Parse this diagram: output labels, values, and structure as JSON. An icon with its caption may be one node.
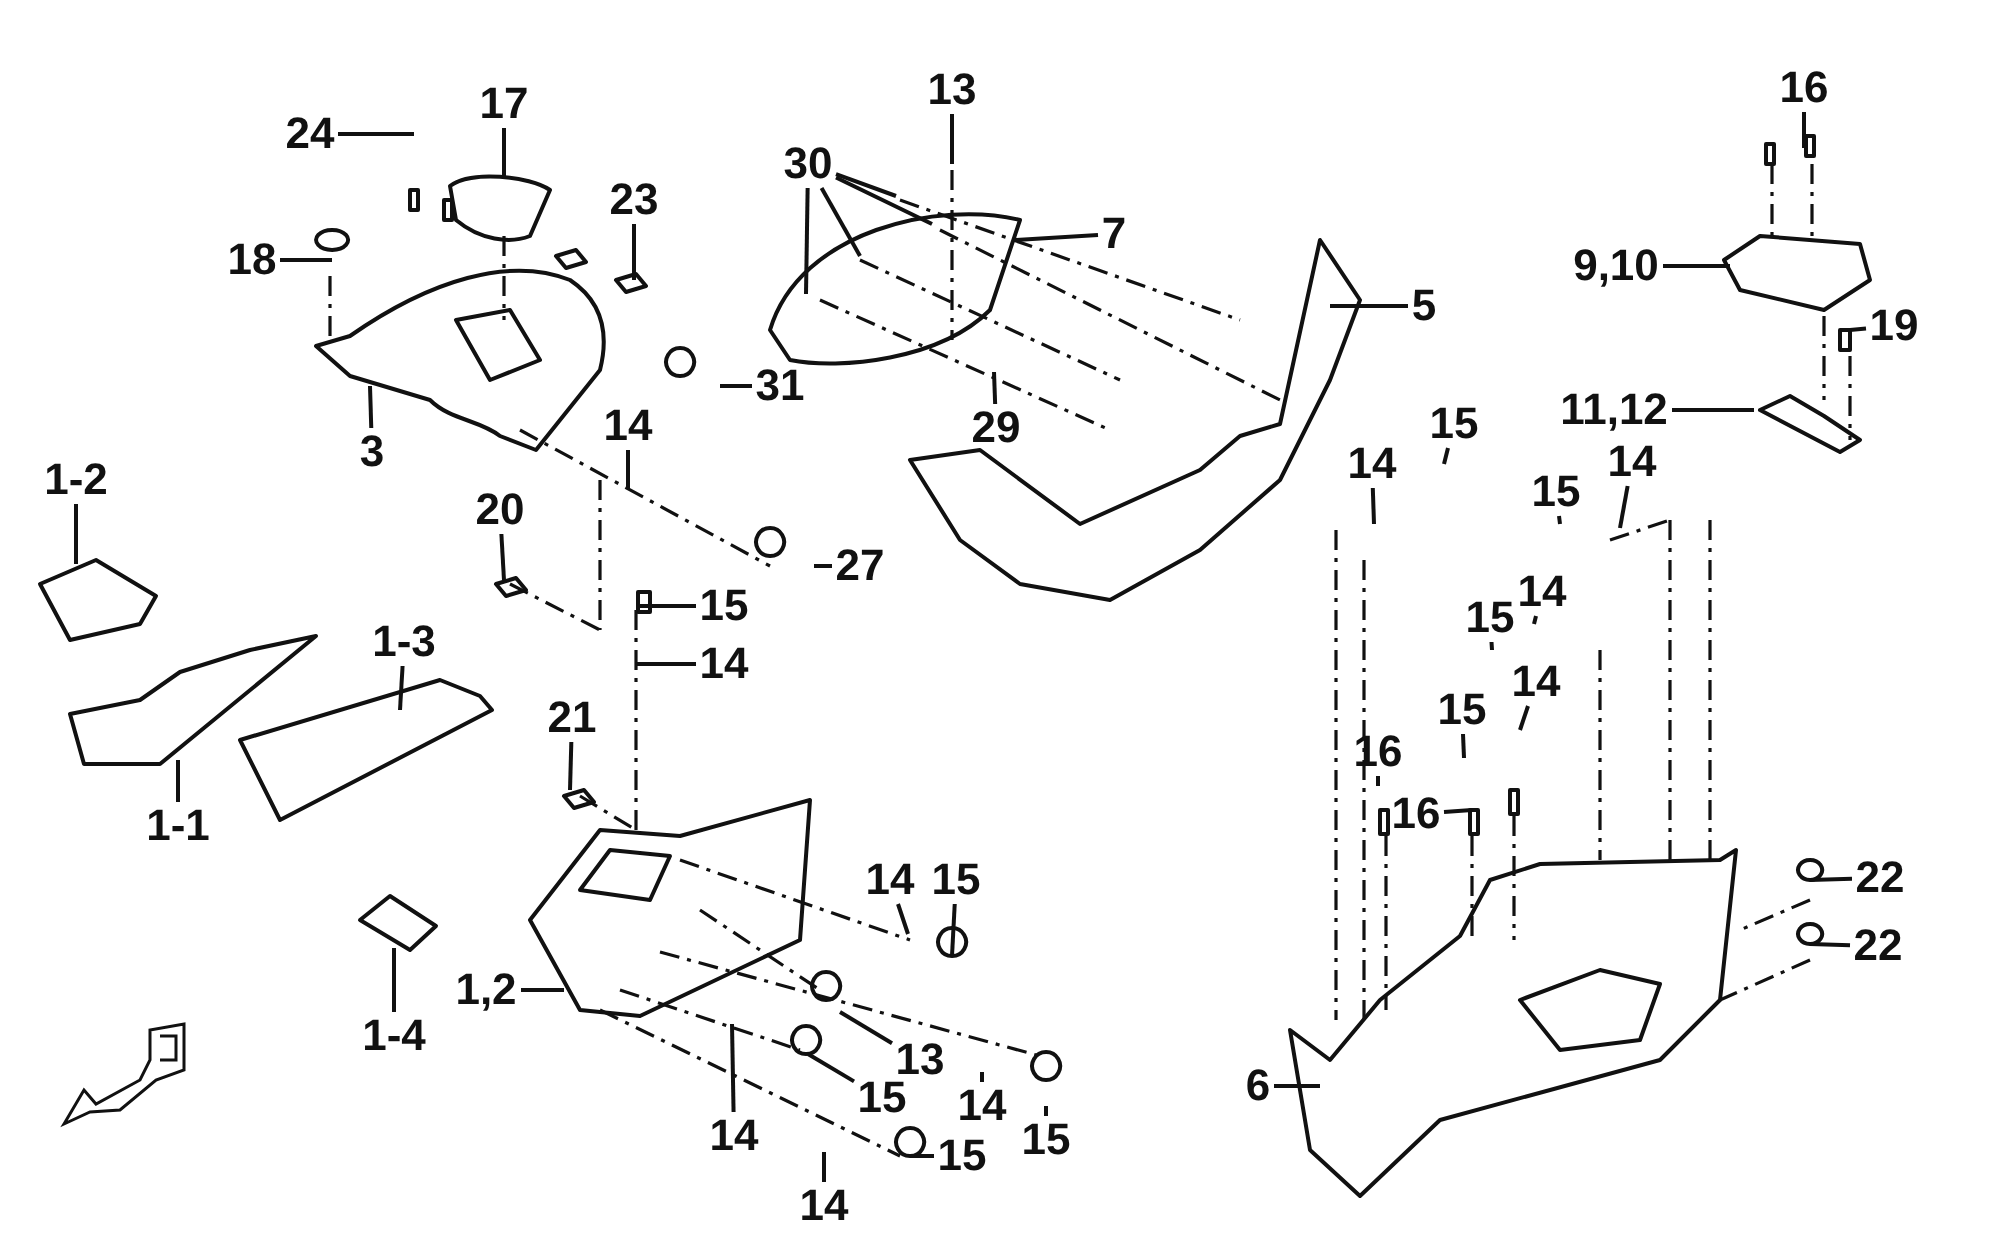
{
  "diagram": {
    "nodes": [
      {
        "text": [
          "24"
        ]
      },
      {
        "text": [
          "17"
        ]
      },
      {
        "text": [
          "23"
        ]
      },
      {
        "text": [
          "18"
        ]
      },
      {
        "text": [
          "3"
        ]
      },
      {
        "text": [
          "31"
        ]
      },
      {
        "text": [
          "14"
        ]
      },
      {
        "text": [
          "1-2"
        ]
      },
      {
        "text": [
          "20"
        ]
      },
      {
        "text": [
          "27"
        ]
      },
      {
        "text": [
          "15"
        ]
      },
      {
        "text": [
          "14"
        ]
      },
      {
        "text": [
          "1-3"
        ]
      },
      {
        "text": [
          "1-1"
        ]
      },
      {
        "text": [
          "21"
        ]
      },
      {
        "text": [
          "1,2"
        ]
      },
      {
        "text": [
          "1-4"
        ]
      },
      {
        "text": [
          "14"
        ]
      },
      {
        "text": [
          "15"
        ]
      },
      {
        "text": [
          "13"
        ]
      },
      {
        "text": [
          "15"
        ]
      },
      {
        "text": [
          "14"
        ]
      },
      {
        "text": [
          "15"
        ]
      },
      {
        "text": [
          "14"
        ]
      },
      {
        "text": [
          "15"
        ]
      },
      {
        "text": [
          "14"
        ]
      },
      {
        "text": [
          "13"
        ]
      },
      {
        "text": [
          "30"
        ]
      },
      {
        "text": [
          "7"
        ]
      },
      {
        "text": [
          "29"
        ]
      },
      {
        "text": [
          "5"
        ]
      },
      {
        "text": [
          "16"
        ]
      },
      {
        "text": [
          "9,10"
        ]
      },
      {
        "text": [
          "19"
        ]
      },
      {
        "text": [
          "11,12"
        ]
      },
      {
        "text": [
          "14"
        ]
      },
      {
        "text": [
          "15"
        ]
      },
      {
        "text": [
          "15"
        ]
      },
      {
        "text": [
          "14"
        ]
      },
      {
        "text": [
          "15"
        ]
      },
      {
        "text": [
          "14"
        ]
      },
      {
        "text": [
          "15"
        ]
      },
      {
        "text": [
          "14"
        ]
      },
      {
        "text": [
          "16"
        ]
      },
      {
        "text": [
          "16"
        ]
      },
      {
        "text": [
          "22"
        ]
      },
      {
        "text": [
          "22"
        ]
      },
      {
        "text": [
          "6"
        ]
      }
    ],
    "edges": [
      {
        "from": 0,
        "to": null,
        "arrow": "none"
      },
      {
        "from": 1,
        "to": null,
        "arrow": "none"
      },
      {
        "from": 2,
        "to": null,
        "arrow": "none"
      },
      {
        "from": 3,
        "to": null,
        "arrow": "none"
      },
      {
        "from": 4,
        "to": null,
        "arrow": "none"
      },
      {
        "from": 5,
        "to": null,
        "arrow": "none"
      },
      {
        "from": 6,
        "to": null,
        "arrow": "none"
      },
      {
        "from": 7,
        "to": null,
        "arrow": "none"
      },
      {
        "from": 8,
        "to": null,
        "arrow": "none"
      },
      {
        "from": 9,
        "to": null,
        "arrow": "none"
      },
      {
        "from": 10,
        "to": null,
        "arrow": "none"
      },
      {
        "from": 11,
        "to": null,
        "arrow": "none"
      },
      {
        "from": 12,
        "to": null,
        "arrow": "none"
      },
      {
        "from": 13,
        "to": null,
        "arrow": "none"
      },
      {
        "from": 14,
        "to": null,
        "arrow": "none"
      },
      {
        "from": 15,
        "to": null,
        "arrow": "none"
      },
      {
        "from": 16,
        "to": null,
        "arrow": "none"
      },
      {
        "from": 17,
        "to": null,
        "arrow": "none"
      },
      {
        "from": 18,
        "to": null,
        "arrow": "none"
      },
      {
        "from": 19,
        "to": null,
        "arrow": "none"
      },
      {
        "from": 20,
        "to": null,
        "arrow": "none"
      },
      {
        "from": 21,
        "to": null,
        "arrow": "none"
      },
      {
        "from": 22,
        "to": null,
        "arrow": "none"
      },
      {
        "from": 23,
        "to": null,
        "arrow": "none"
      },
      {
        "from": 24,
        "to": null,
        "arrow": "none"
      },
      {
        "from": 25,
        "to": null,
        "arrow": "none"
      },
      {
        "from": 26,
        "to": null,
        "arrow": "none"
      },
      {
        "from": 27,
        "to": null,
        "arrow": "none"
      },
      {
        "from": 27,
        "to": null,
        "arrow": "none"
      },
      {
        "from": 27,
        "to": null,
        "arrow": "none"
      },
      {
        "from": 27,
        "to": null,
        "arrow": "none"
      },
      {
        "from": 28,
        "to": null,
        "arrow": "none"
      },
      {
        "from": 29,
        "to": null,
        "arrow": "none"
      },
      {
        "from": 30,
        "to": null,
        "arrow": "none"
      },
      {
        "from": 31,
        "to": null,
        "arrow": "none"
      },
      {
        "from": 32,
        "to": null,
        "arrow": "none"
      },
      {
        "from": 33,
        "to": null,
        "arrow": "none"
      },
      {
        "from": 34,
        "to": null,
        "arrow": "none"
      },
      {
        "from": 35,
        "to": null,
        "arrow": "none"
      },
      {
        "from": 36,
        "to": null,
        "arrow": "none"
      },
      {
        "from": 37,
        "to": null,
        "arrow": "none"
      },
      {
        "from": 38,
        "to": null,
        "arrow": "none"
      },
      {
        "from": 39,
        "to": null,
        "arrow": "none"
      },
      {
        "from": 40,
        "to": null,
        "arrow": "none"
      },
      {
        "from": 41,
        "to": null,
        "arrow": "none"
      },
      {
        "from": 42,
        "to": null,
        "arrow": "none"
      },
      {
        "from": 43,
        "to": null,
        "arrow": "none"
      },
      {
        "from": 44,
        "to": null,
        "arrow": "none"
      },
      {
        "from": 45,
        "to": null,
        "arrow": "none"
      },
      {
        "from": 46,
        "to": null,
        "arrow": "none"
      },
      {
        "from": 47,
        "to": null,
        "arrow": "none"
      }
    ]
  }
}
